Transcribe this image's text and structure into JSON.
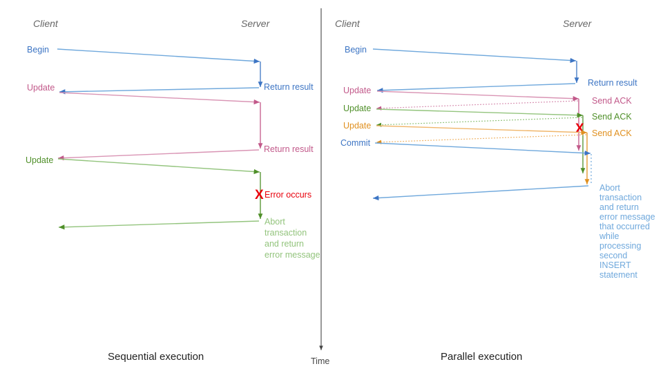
{
  "figure": {
    "title_left": "Sequential execution",
    "title_right": "Parallel execution",
    "time_axis_label": "Time"
  },
  "colors": {
    "blue": "#3d75c4",
    "blue_light": "#6fa8dc",
    "pink": "#c2598a",
    "pink_light": "#d994b4",
    "green": "#4f8f29",
    "green_light": "#93c47d",
    "orange": "#e0901f",
    "orange_light": "#f0b66b",
    "red": "#e8000b",
    "gray": "#666666",
    "divider": "#444444"
  },
  "left_panel": {
    "lifelines": {
      "client": "Client",
      "server": "Server"
    },
    "messages": [
      {
        "label": "Begin",
        "color_key": "blue",
        "side": "client"
      },
      {
        "label": "Update",
        "color_key": "pink",
        "side": "client"
      },
      {
        "label": "Update",
        "color_key": "green",
        "side": "client"
      }
    ],
    "server_labels": [
      {
        "label": "Return result",
        "color_key": "blue"
      },
      {
        "label": "Return result",
        "color_key": "pink"
      }
    ],
    "error": {
      "mark": "X",
      "label": "Error occurs",
      "color_key": "red"
    },
    "abort_note": {
      "color_key": "green",
      "lines": [
        "Abort",
        "transaction",
        "and return",
        "error message"
      ]
    }
  },
  "right_panel": {
    "lifelines": {
      "client": "Client",
      "server": "Server"
    },
    "messages": [
      {
        "label": "Begin",
        "color_key": "blue",
        "side": "client"
      },
      {
        "label": "Update",
        "color_key": "pink",
        "side": "client"
      },
      {
        "label": "Update",
        "color_key": "green",
        "side": "client"
      },
      {
        "label": "Update",
        "color_key": "orange",
        "side": "client"
      },
      {
        "label": "Commit",
        "color_key": "blue",
        "side": "client"
      }
    ],
    "server_labels": [
      {
        "label": "Return result",
        "color_key": "blue"
      },
      {
        "label": "Send ACK",
        "color_key": "pink"
      },
      {
        "label": "Send ACK",
        "color_key": "green"
      },
      {
        "label": "Send ACK",
        "color_key": "orange"
      }
    ],
    "error": {
      "mark": "X",
      "color_key": "red"
    },
    "abort_note": {
      "color_key": "blue",
      "lines": [
        "Abort",
        "transaction",
        "and return",
        "error message",
        "that occurred",
        "while",
        "processing",
        "second",
        "INSERT",
        "statement"
      ]
    }
  }
}
